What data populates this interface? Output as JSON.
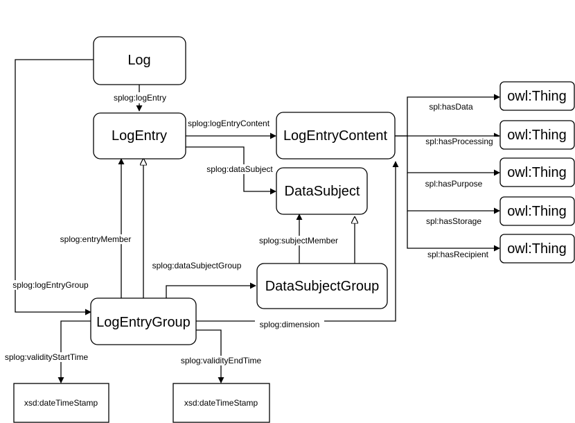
{
  "nodes": {
    "log": "Log",
    "log_entry": "LogEntry",
    "log_entry_content": "LogEntryContent",
    "data_subject": "DataSubject",
    "data_subject_group": "DataSubjectGroup",
    "log_entry_group": "LogEntryGroup",
    "owl_thing_1": "owl:Thing",
    "owl_thing_2": "owl:Thing",
    "owl_thing_3": "owl:Thing",
    "owl_thing_4": "owl:Thing",
    "owl_thing_5": "owl:Thing",
    "xsd_start": "xsd:dateTimeStamp",
    "xsd_end": "xsd:dateTimeStamp"
  },
  "edges": {
    "log_entry": "splog:logEntry",
    "log_entry_content": "splog:logEntryContent",
    "data_subject": "splog:dataSubject",
    "entry_member": "splog:entryMember",
    "data_subject_group": "splog:dataSubjectGroup",
    "subject_member": "splog:subjectMember",
    "log_entry_group": "splog:logEntryGroup",
    "dimension": "splog:dimension",
    "validity_start": "splog:validityStartTime",
    "validity_end": "splog:validityEndTime",
    "has_data": "spl:hasData",
    "has_processing": "spl:hasProcessing",
    "has_purpose": "spl:hasPurpose",
    "has_storage": "spl:hasStorage",
    "has_recipient": "spl:hasRecipient"
  }
}
